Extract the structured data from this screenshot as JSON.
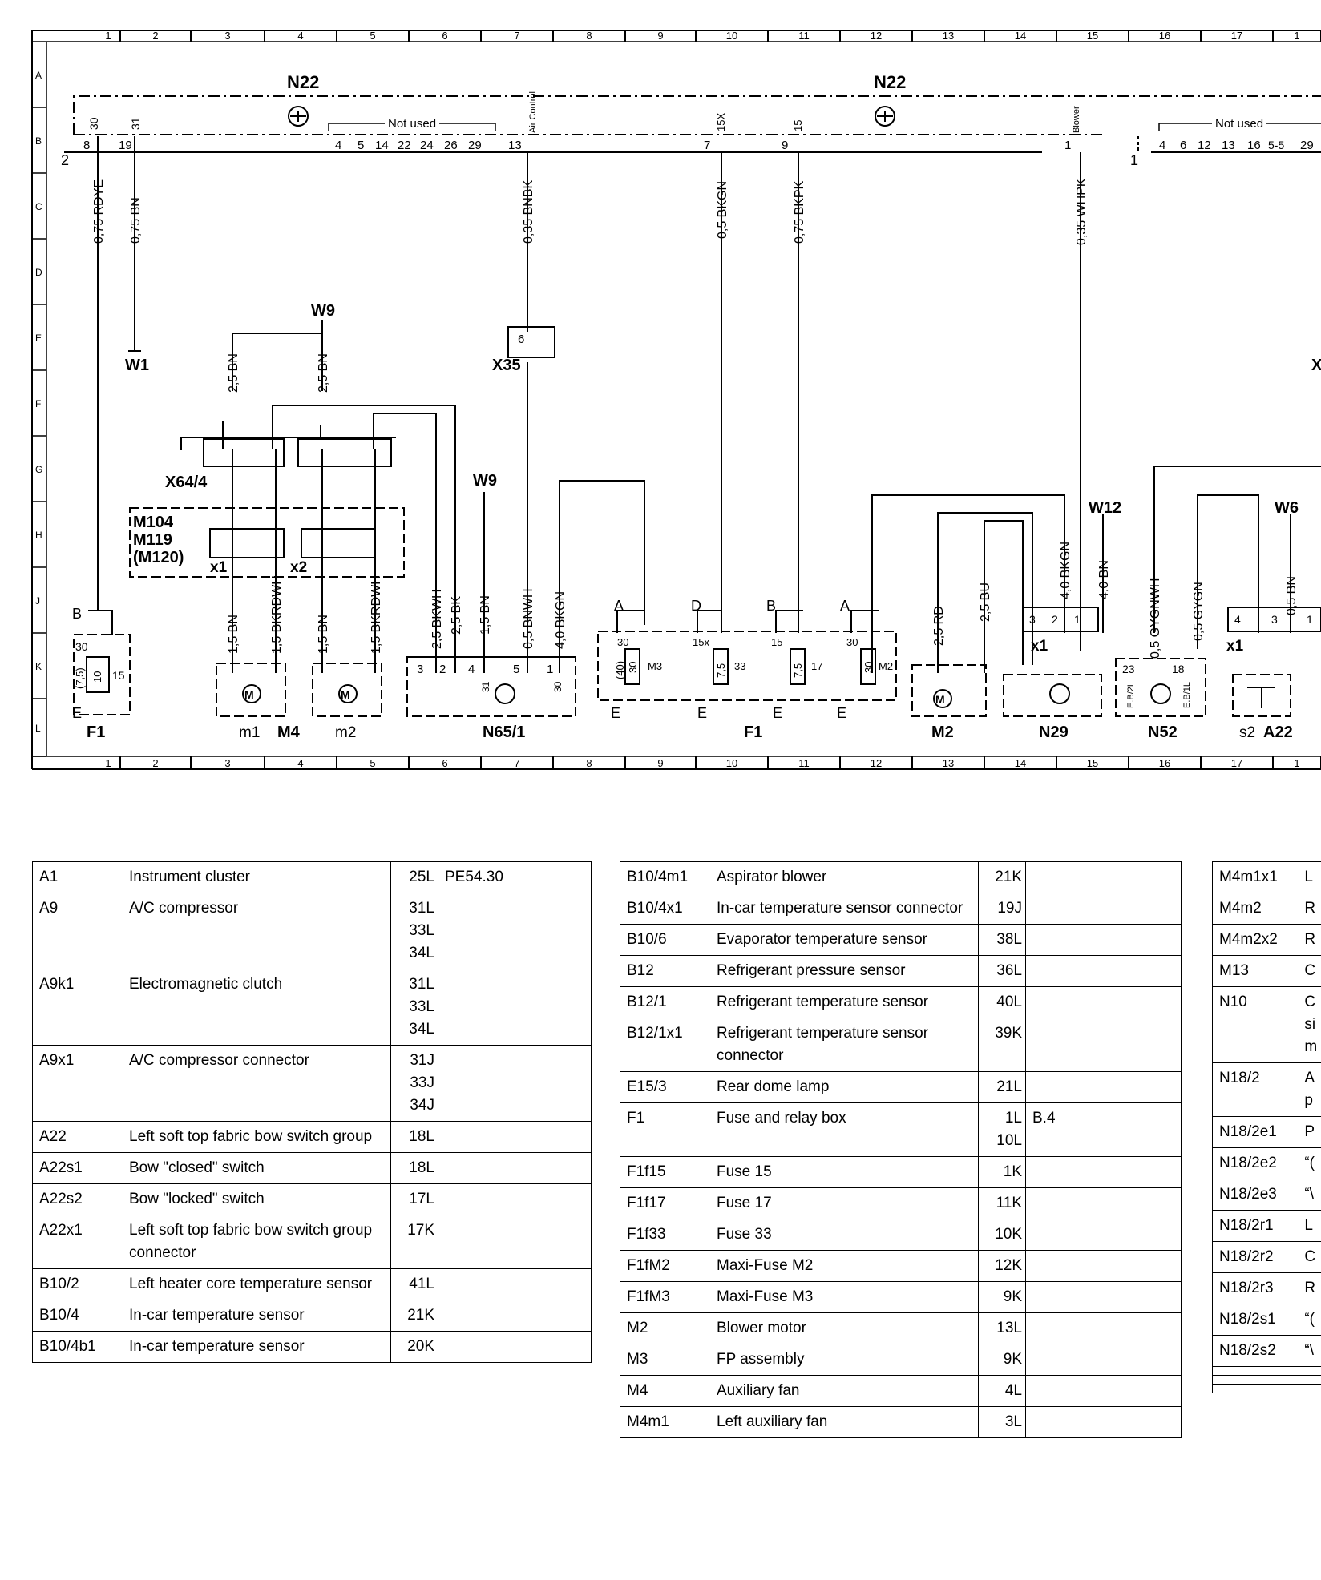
{
  "grid": {
    "columns": [
      "1",
      "2",
      "3",
      "4",
      "5",
      "6",
      "7",
      "8",
      "9",
      "10",
      "11",
      "12",
      "13",
      "14",
      "15",
      "16",
      "17",
      "1"
    ],
    "rows": [
      "A",
      "B",
      "C",
      "D",
      "E",
      "F",
      "G",
      "H",
      "J",
      "K",
      "L"
    ]
  },
  "diagram": {
    "n22_left": "N22",
    "n22_right": "N22",
    "not_used_left": "Not used",
    "not_used_right": "Not used",
    "pins_left": [
      "30",
      "31"
    ],
    "pins_left_num": [
      "8",
      "19"
    ],
    "pins_notused": [
      "4",
      "5",
      "14",
      "22",
      "24",
      "26",
      "29"
    ],
    "pin_13": "13",
    "pin_air_control": "Air Control",
    "pin_7": "7",
    "pin_15x": "15X",
    "pin_9": "9",
    "pin_15": "15",
    "pin_1": "1",
    "pin_blower": "Blower",
    "conn_2": "2",
    "conn_1": "1",
    "pins_right": [
      "4",
      "6",
      "12",
      "13",
      "16",
      "5-5",
      "29"
    ],
    "wire_rdye": "0,75 RDYE",
    "wire_bn075": "0,75 BN",
    "wire_bnbk": "0,35 BNBK",
    "wire_bkgn05": "0,5 BKGN",
    "wire_bkpk": "0,75 BKPK",
    "wire_whpk": "0,35 WHPK",
    "w1": "W1",
    "w9_top": "W9",
    "w9_mid": "W9",
    "w12": "W12",
    "w6": "W6",
    "x35": "X35",
    "x35_pin": "6",
    "x64_4": "X64/4",
    "m104": "M104",
    "m119": "M119",
    "m120": "(M120)",
    "x1_left": "x1",
    "x2_left": "x2",
    "wire_25bn_a": "2,5 BN",
    "wire_25bn_b": "2,5 BN",
    "wire_15bn_a": "1,5 BN",
    "wire_15bkrdwh_a": "1,5 BKRDWH",
    "wire_15bn_b": "1,5 BN",
    "wire_15bkrdwh_b": "1,5 BKRDWH",
    "wire_25bkwh": "2,5 BKWH",
    "wire_25bk": "2,5 BK",
    "wire_15bn_c": "1,5 BN",
    "wire_05bnwh": "0,5 BNWH",
    "wire_40bkgn": "4,0 BKGN",
    "wire_25rd": "2,5 RD",
    "wire_25bu": "2,5 BU",
    "wire_40bkgn_b": "4,0 BKGN",
    "wire_40bn": "4,0 BN",
    "wire_05gygnwh": "0,5 GYGNWH",
    "wire_05gygn": "0,5 GYGN",
    "wire_05bn": "0,5 BN",
    "f1_left": "F1",
    "f1_mid": "F1",
    "m4": "M4",
    "m1": "m1",
    "m2_small": "m2",
    "n65_1": "N65/1",
    "m2": "M2",
    "n29": "N29",
    "n52": "N52",
    "s2": "s2",
    "a22": "A22",
    "x1_n29": "x1",
    "x1_a22": "x1",
    "fuse_labels": [
      "30",
      "30",
      "15x",
      "15",
      "30"
    ],
    "fuse_values": [
      "(7,5)",
      "10",
      "15",
      "(40)",
      "30",
      "M3",
      "7,5",
      "33",
      "7,5",
      "17",
      "30",
      "M2"
    ],
    "fuse_pins": [
      "B",
      "A",
      "D",
      "B",
      "A",
      "E",
      "E",
      "E",
      "E",
      "E"
    ],
    "n65_pins": [
      "3",
      "2",
      "4",
      "5",
      "1",
      "31",
      "30"
    ],
    "n52_pins": [
      "23",
      "18",
      "E.B/2L",
      "E.B/1L"
    ],
    "n29_pins": [
      "3",
      "2",
      "1"
    ],
    "a22_pins": [
      "4",
      "3",
      "1"
    ],
    "x_right": "X"
  },
  "tables": {
    "col1": [
      {
        "id": "A1",
        "desc": "Instrument cluster",
        "loc": "25L",
        "ref": "PE54.30"
      },
      {
        "id": "A9",
        "desc": "A/C compressor",
        "loc": "31L\n33L\n34L",
        "ref": ""
      },
      {
        "id": "A9k1",
        "desc": "Electromagnetic clutch",
        "loc": "31L\n33L\n34L",
        "ref": ""
      },
      {
        "id": "A9x1",
        "desc": "A/C compressor connector",
        "loc": "31J\n33J\n34J",
        "ref": ""
      },
      {
        "id": "A22",
        "desc": "Left soft top fabric bow switch group",
        "loc": "18L",
        "ref": ""
      },
      {
        "id": "A22s1",
        "desc": "Bow \"closed\" switch",
        "loc": "18L",
        "ref": ""
      },
      {
        "id": "A22s2",
        "desc": "Bow \"locked\" switch",
        "loc": "17L",
        "ref": ""
      },
      {
        "id": "A22x1",
        "desc": "Left soft top fabric bow switch group connector",
        "loc": "17K",
        "ref": ""
      },
      {
        "id": "B10/2",
        "desc": "Left heater core temperature sensor",
        "loc": "41L",
        "ref": ""
      },
      {
        "id": "B10/4",
        "desc": "In-car temperature sensor",
        "loc": "21K",
        "ref": ""
      },
      {
        "id": "B10/4b1",
        "desc": "In-car temperature sensor",
        "loc": "20K",
        "ref": ""
      }
    ],
    "col2": [
      {
        "id": "B10/4m1",
        "desc": "Aspirator blower",
        "loc": "21K",
        "ref": ""
      },
      {
        "id": "B10/4x1",
        "desc": "In-car temperature sensor connector",
        "loc": "19J",
        "ref": ""
      },
      {
        "id": "B10/6",
        "desc": "Evaporator temperature sensor",
        "loc": "38L",
        "ref": ""
      },
      {
        "id": "B12",
        "desc": "Refrigerant pressure sensor",
        "loc": "36L",
        "ref": ""
      },
      {
        "id": "B12/1",
        "desc": "Refrigerant temperature sensor",
        "loc": "40L",
        "ref": ""
      },
      {
        "id": "B12/1x1",
        "desc": "Refrigerant temperature sensor connector",
        "loc": "39K",
        "ref": ""
      },
      {
        "id": "E15/3",
        "desc": "Rear dome lamp",
        "loc": "21L",
        "ref": ""
      },
      {
        "id": "F1",
        "desc": "Fuse and relay box",
        "loc": "1L\n10L",
        "ref": "B.4"
      },
      {
        "id": "F1f15",
        "desc": "Fuse 15",
        "loc": "1K",
        "ref": ""
      },
      {
        "id": "F1f17",
        "desc": "Fuse 17",
        "loc": "11K",
        "ref": ""
      },
      {
        "id": "F1f33",
        "desc": "Fuse 33",
        "loc": "10K",
        "ref": ""
      },
      {
        "id": "F1fM2",
        "desc": "Maxi-Fuse M2",
        "loc": "12K",
        "ref": ""
      },
      {
        "id": "F1fM3",
        "desc": "Maxi-Fuse M3",
        "loc": "9K",
        "ref": ""
      },
      {
        "id": "M2",
        "desc": "Blower motor",
        "loc": "13L",
        "ref": ""
      },
      {
        "id": "M3",
        "desc": "FP assembly",
        "loc": "9K",
        "ref": ""
      },
      {
        "id": "M4",
        "desc": "Auxiliary fan",
        "loc": "4L",
        "ref": ""
      },
      {
        "id": "M4m1",
        "desc": "Left auxiliary fan",
        "loc": "3L",
        "ref": ""
      }
    ],
    "col3": [
      {
        "id": "M4m1x1",
        "desc": "L"
      },
      {
        "id": "M4m2",
        "desc": "R"
      },
      {
        "id": "M4m2x2",
        "desc": "R"
      },
      {
        "id": "M13",
        "desc": "C"
      },
      {
        "id": "N10",
        "desc": "C\nsi\nm"
      },
      {
        "id": "N18/2",
        "desc": "A\np"
      },
      {
        "id": "N18/2e1",
        "desc": "P"
      },
      {
        "id": "N18/2e2",
        "desc": "“("
      },
      {
        "id": "N18/2e3",
        "desc": "“\\"
      },
      {
        "id": "N18/2r1",
        "desc": "L"
      },
      {
        "id": "N18/2r2",
        "desc": "C"
      },
      {
        "id": "N18/2r3",
        "desc": "R"
      },
      {
        "id": "N18/2s1",
        "desc": "“("
      },
      {
        "id": "N18/2s2",
        "desc": "“\\"
      },
      {
        "id": "",
        "desc": ""
      },
      {
        "id": "",
        "desc": ""
      },
      {
        "id": "",
        "desc": ""
      }
    ]
  }
}
